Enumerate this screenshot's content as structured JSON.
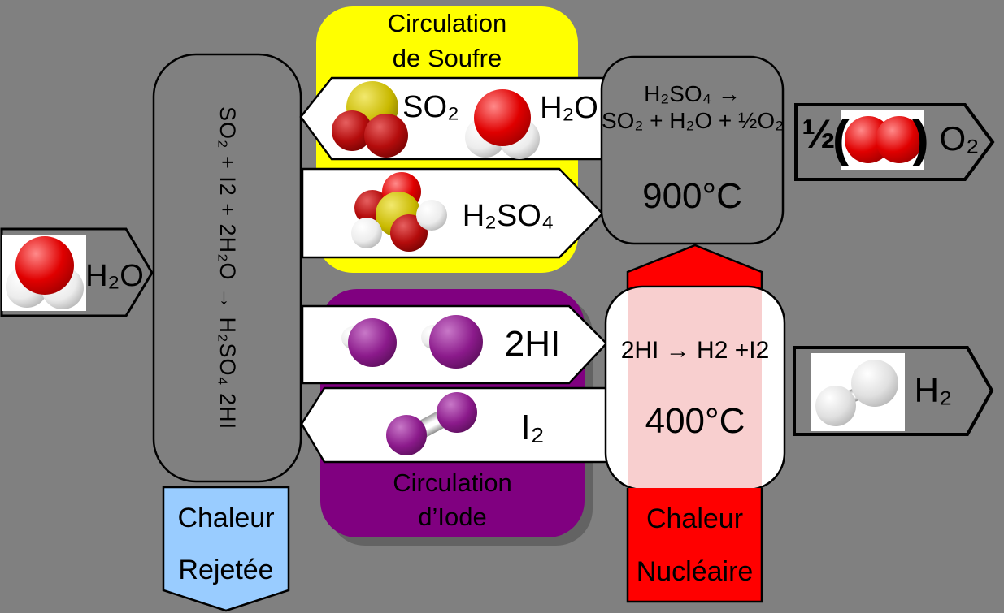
{
  "colors": {
    "background": "#808080",
    "sulfur_box": "#FFFF00",
    "iodine_box": "#800080",
    "iodine_box_shadow": "#636363",
    "nuclear_heat": "#FF0000",
    "reactor_pink": "#F8CFCF",
    "rejected_heat": "#99CCFF",
    "arrow_white": "#FFFFFF",
    "outline": "#000000"
  },
  "sulfur_circulation": {
    "title_line1": "Circulation",
    "title_line2": "de Soufre"
  },
  "iodine_circulation": {
    "title_line1": "Circulation",
    "title_line2": "d’Iode"
  },
  "reactors": {
    "bunsen": {
      "equation": "SO₂ + I2 + 2H₂O → H₂SO₄ 2HI"
    },
    "sulfuric": {
      "equation_line1": "H₂SO₄ →",
      "equation_line2": "SO₂ + H₂O + ½O₂",
      "temperature": "900°C"
    },
    "hydriodic": {
      "equation": "2HI → H2 +I2",
      "temperature": "400°C"
    }
  },
  "arrows": {
    "water_input": {
      "label": "H₂O"
    },
    "so2_h2o_return": {
      "label_so2": "SO₂",
      "label_h2o": "H₂O"
    },
    "h2so4_feed": {
      "label": "H₂SO₄"
    },
    "hi_feed": {
      "label": "2HI"
    },
    "i2_return": {
      "label": "I₂"
    },
    "oxygen_output": {
      "half": "½",
      "paren_open": "(",
      "paren_close": ")",
      "label": "O₂"
    },
    "hydrogen_output": {
      "label": "H₂"
    }
  },
  "heat_rejected": {
    "line1": "Chaleur",
    "line2": "Rejetée"
  },
  "heat_nuclear": {
    "line1": "Chaleur",
    "line2": "Nucléaire"
  }
}
